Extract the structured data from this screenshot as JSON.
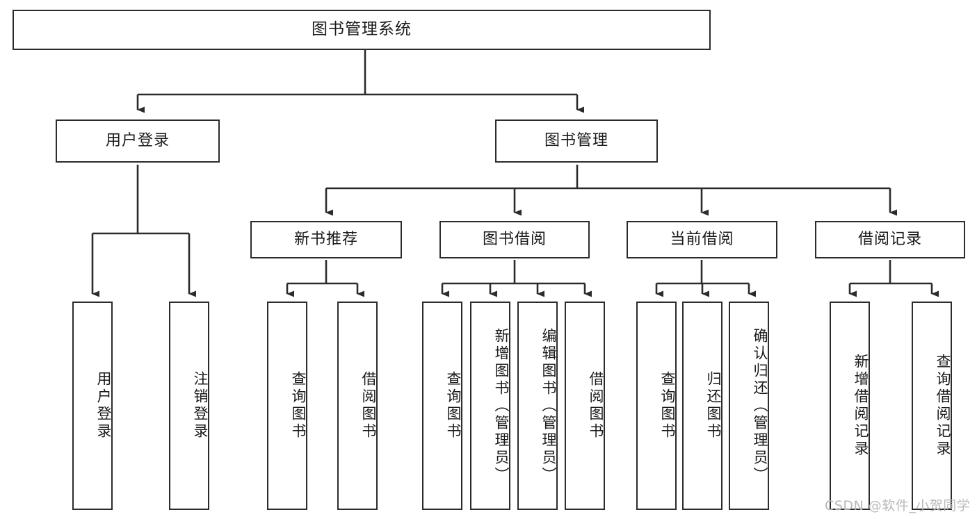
{
  "diagram": {
    "type": "tree",
    "title": "图书管理系统",
    "watermark": "CSDN @软件_小贺同学",
    "colors": {
      "box_border": "#2b2b2b",
      "box_fill": "#ffffff",
      "connector": "#2b2b2b",
      "text": "#1a1a1a",
      "watermark": "#b9b9b9",
      "background": "#ffffff"
    },
    "root": {
      "label": "图书管理系统"
    },
    "level1": [
      {
        "label": "用户登录"
      },
      {
        "label": "图书管理"
      }
    ],
    "level2": [
      {
        "label": "新书推荐"
      },
      {
        "label": "图书借阅"
      },
      {
        "label": "当前借阅"
      },
      {
        "label": "借阅记录"
      }
    ],
    "leaves": {
      "user_login": [
        {
          "label": "用户登录"
        },
        {
          "label": "注销登录"
        }
      ],
      "new_book_recommend": [
        {
          "label": "查询图书"
        },
        {
          "label": "借阅图书"
        }
      ],
      "book_borrow": [
        {
          "label": "查询图书"
        },
        {
          "label": "新增图书（管理员）"
        },
        {
          "label": "编辑图书（管理员）"
        },
        {
          "label": "借阅图书"
        }
      ],
      "current_borrow": [
        {
          "label": "查询图书"
        },
        {
          "label": "归还图书"
        },
        {
          "label": "确认归还（管理员）"
        }
      ],
      "borrow_record": [
        {
          "label": "新增借阅记录"
        },
        {
          "label": "查询借阅记录"
        }
      ]
    }
  }
}
